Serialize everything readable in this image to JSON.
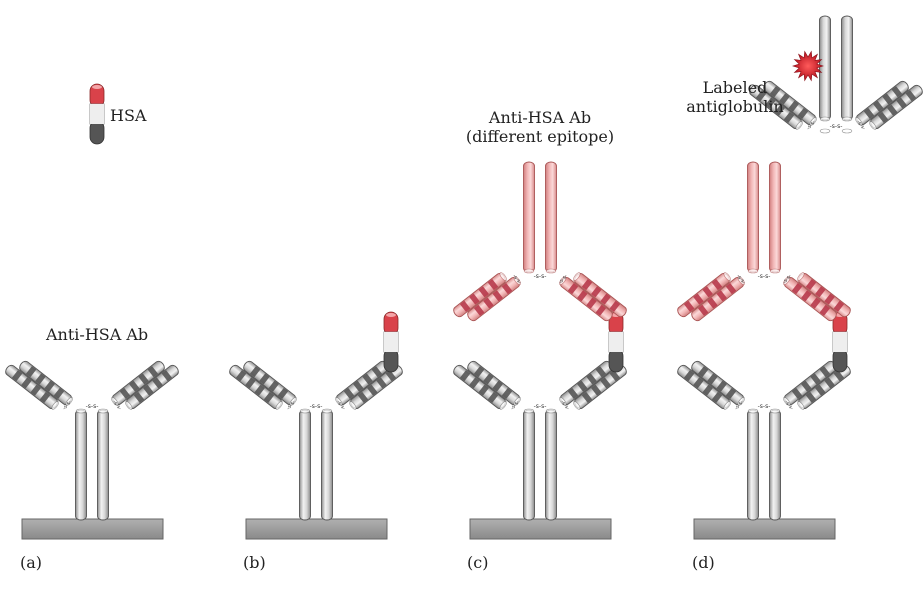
{
  "labels": {
    "hsa": "HSA",
    "anti_hsa_a": "Anti-HSA Ab",
    "anti_hsa_c_line1": "Anti-HSA Ab",
    "anti_hsa_c_line2": "(different epitope)",
    "labeled_line1": "Labeled",
    "labeled_line2": "antiglobulin",
    "disulfide": "-s-s-"
  },
  "panels": [
    {
      "letter": "(a)"
    },
    {
      "letter": "(b)"
    },
    {
      "letter": "(c)"
    },
    {
      "letter": "(d)"
    }
  ],
  "colors": {
    "capture_antibody": "#c9c9c9",
    "detection_antibody": "#f1b7b7",
    "detection_band": "#b73a4b",
    "capture_band": "#555555",
    "label_star": "#d21f2f",
    "hsa_top": "#d9424a",
    "hsa_bottom": "#555555",
    "surface": "#9a9a9a"
  }
}
